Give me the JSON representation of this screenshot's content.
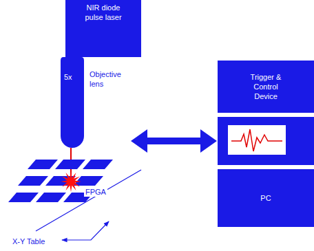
{
  "diagram": {
    "nodes": [
      {
        "text": [
          "NIR diode pulse laser"
        ]
      },
      {
        "text": [
          "5x",
          "Objective lens"
        ]
      },
      {
        "text": [
          "Trigger & Control Device"
        ]
      },
      {
        "text": [
          "PC"
        ]
      }
    ],
    "labels": [
      "FPGA",
      "X-Y Table"
    ]
  }
}
